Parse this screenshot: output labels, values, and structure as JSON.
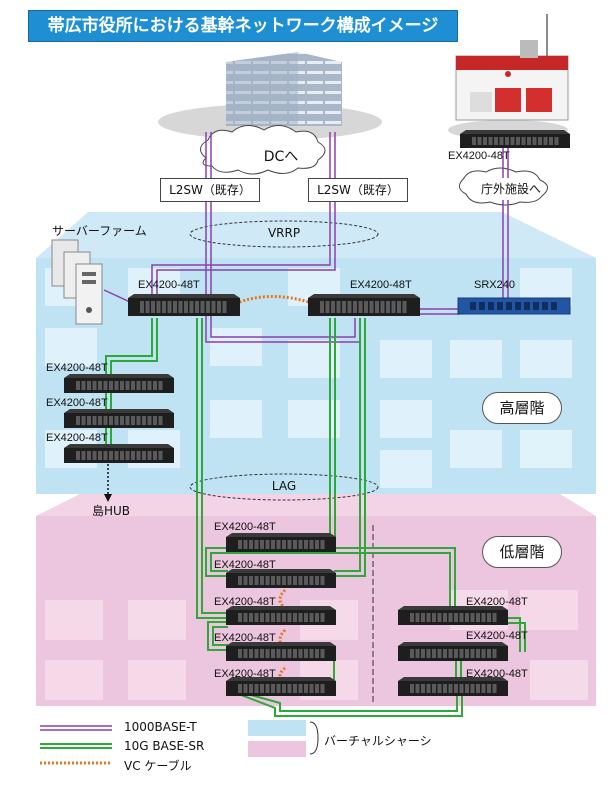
{
  "title": "帯広市役所における基幹ネットワーク構成イメージ",
  "cloud_dc": "DCへ",
  "cloud_external": "庁外施設へ",
  "l2sw_left": "L2SW（既存）",
  "l2sw_right": "L2SW（既存）",
  "vrrp": "VRRP",
  "lag": "LAG",
  "server_farm": "サーバーファーム",
  "island_hub": "島HUB",
  "floor_high": "高層階",
  "floor_low": "低層階",
  "srx": "SRX240",
  "switch_labels": {
    "fire_station": "EX4200-48T",
    "core_left": "EX4200-48T",
    "core_right": "EX4200-48T",
    "high_1": "EX4200-48T",
    "high_2": "EX4200-48T",
    "high_3": "EX4200-48T",
    "low_l1": "EX4200-48T",
    "low_l2": "EX4200-48T",
    "low_l3": "EX4200-48T",
    "low_l4": "EX4200-48T",
    "low_l5": "EX4200-48T",
    "low_r1": "EX4200-48T",
    "low_r2": "EX4200-48T",
    "low_r3": "EX4200-48T"
  },
  "legend": {
    "t1000": "1000BASE-T",
    "sr10g": "10G BASE-SR",
    "vc": "VC ケーブル",
    "virtual_chassis": "バーチャルシャーシ"
  },
  "colors": {
    "title_bg": "#1f8fd4",
    "high_floor": "#bfe3f3",
    "low_floor": "#ecc6de",
    "line_1000": "#8a3fb0",
    "line_10g": "#2fa83a",
    "line_vc": "#e8741e"
  }
}
